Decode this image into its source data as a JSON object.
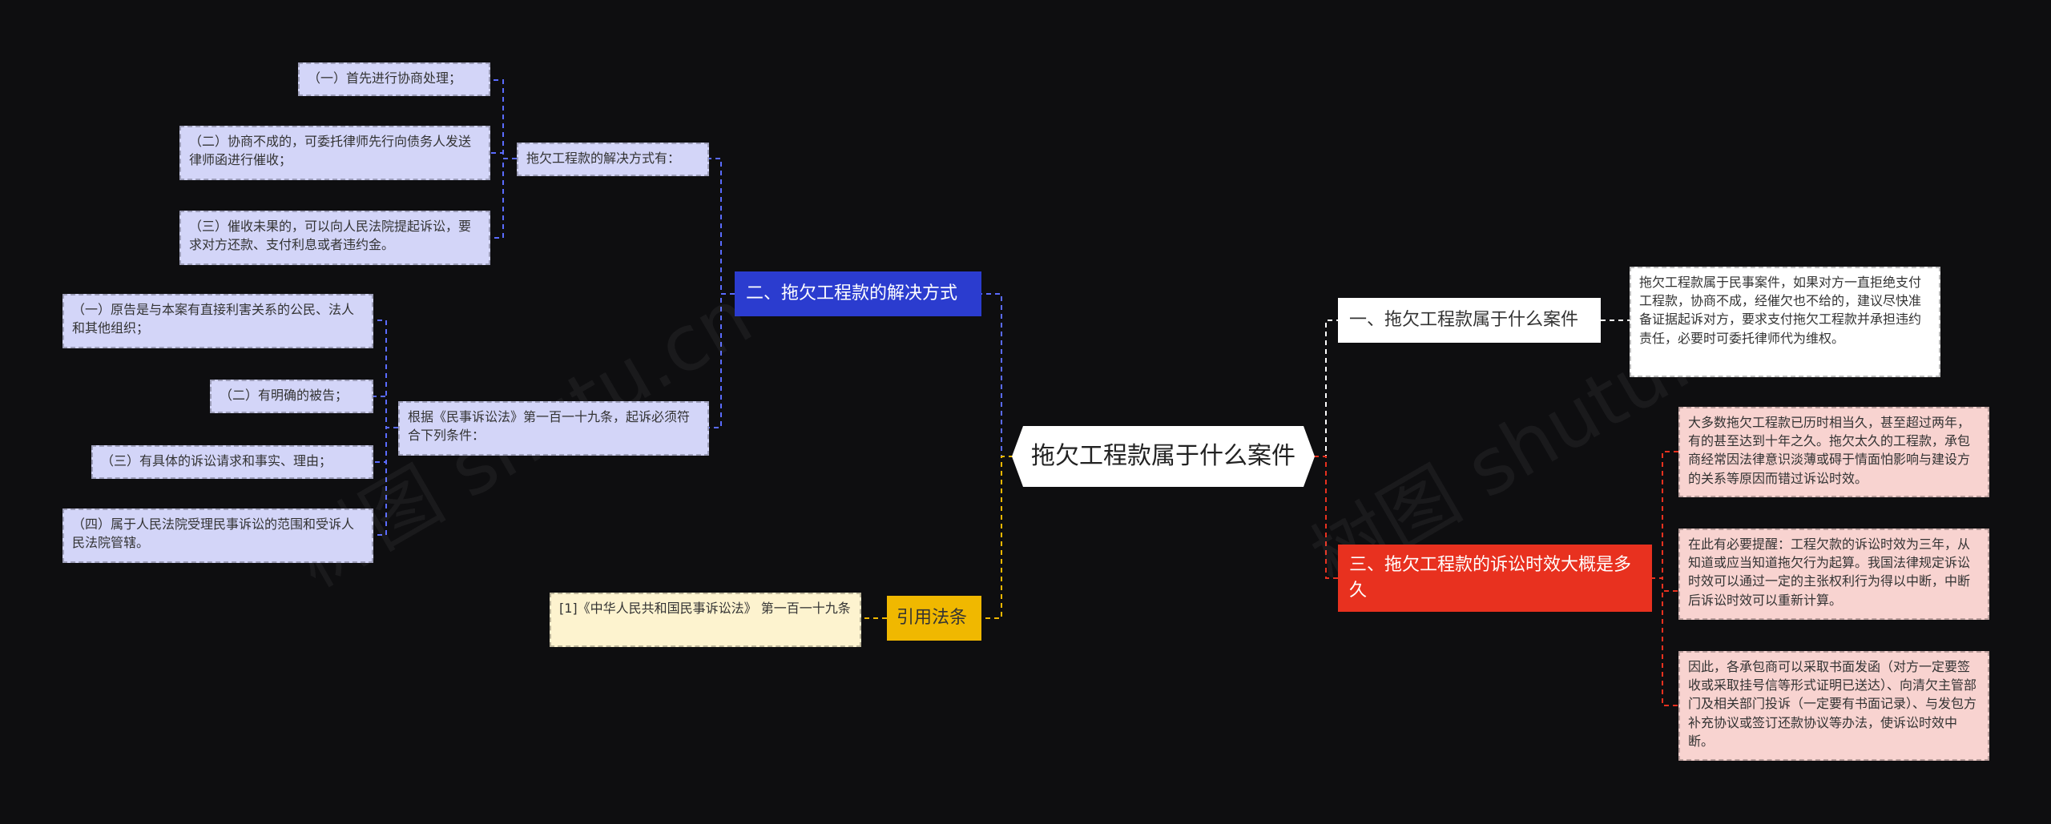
{
  "center": {
    "label": "拖欠工程款属于什么案件"
  },
  "branch1": {
    "label": "一、拖欠工程款属于什么案件",
    "detail": "拖欠工程款属于民事案件，如果对方一直拒绝支付工程款，协商不成，经催欠也不给的，建议尽快准备证据起诉对方，要求支付拖欠工程款并承担违约责任，必要时可委托律师代为维权。"
  },
  "branch2": {
    "label": "二、拖欠工程款的解决方式",
    "sub1": {
      "label": "拖欠工程款的解决方式有：",
      "items": [
        "（一）首先进行协商处理；",
        "（二）协商不成的，可委托律师先行向债务人发送律师函进行催收；",
        "（三）催收未果的，可以向人民法院提起诉讼，要求对方还款、支付利息或者违约金。"
      ]
    },
    "sub2": {
      "label": "根据《民事诉讼法》第一百一十九条，起诉必须符合下列条件：",
      "items": [
        "（一）原告是与本案有直接利害关系的公民、法人和其他组织；",
        "（二）有明确的被告；",
        "（三）有具体的诉讼请求和事实、理由；",
        "（四）属于人民法院受理民事诉讼的范围和受诉人民法院管辖。"
      ]
    }
  },
  "branch3": {
    "label": "三、拖欠工程款的诉讼时效大概是多久",
    "items": [
      "大多数拖欠工程款已历时相当久，甚至超过两年，有的甚至达到十年之久。拖欠太久的工程款，承包商经常因法律意识淡薄或碍于情面怕影响与建设方的关系等原因而错过诉讼时效。",
      "在此有必要提醒：工程欠款的诉讼时效为三年，从知道或应当知道拖欠行为起算。我国法律规定诉讼时效可以通过一定的主张权利行为得以中断，中断后诉讼时效可以重新计算。",
      "因此，各承包商可以采取书面发函（对方一定要签收或采取挂号信等形式证明已送达）、向清欠主管部门及相关部门投诉（一定要有书面记录）、与发包方补充协议或签订还款协议等办法，使诉讼时效中断。"
    ]
  },
  "branch4": {
    "label": "引用法条",
    "detail": "[1]《中华人民共和国民事诉讼法》 第一百一十九条"
  },
  "watermark": {
    "text": "树图 shutu.cn"
  },
  "colors": {
    "background": "#0e0e10",
    "blue": "#2b3ccf",
    "red": "#e8311f",
    "yellow": "#f0b800",
    "lavender": "#d3d5f8",
    "pink": "#f8d3d0",
    "cream": "#fdf3cf"
  }
}
